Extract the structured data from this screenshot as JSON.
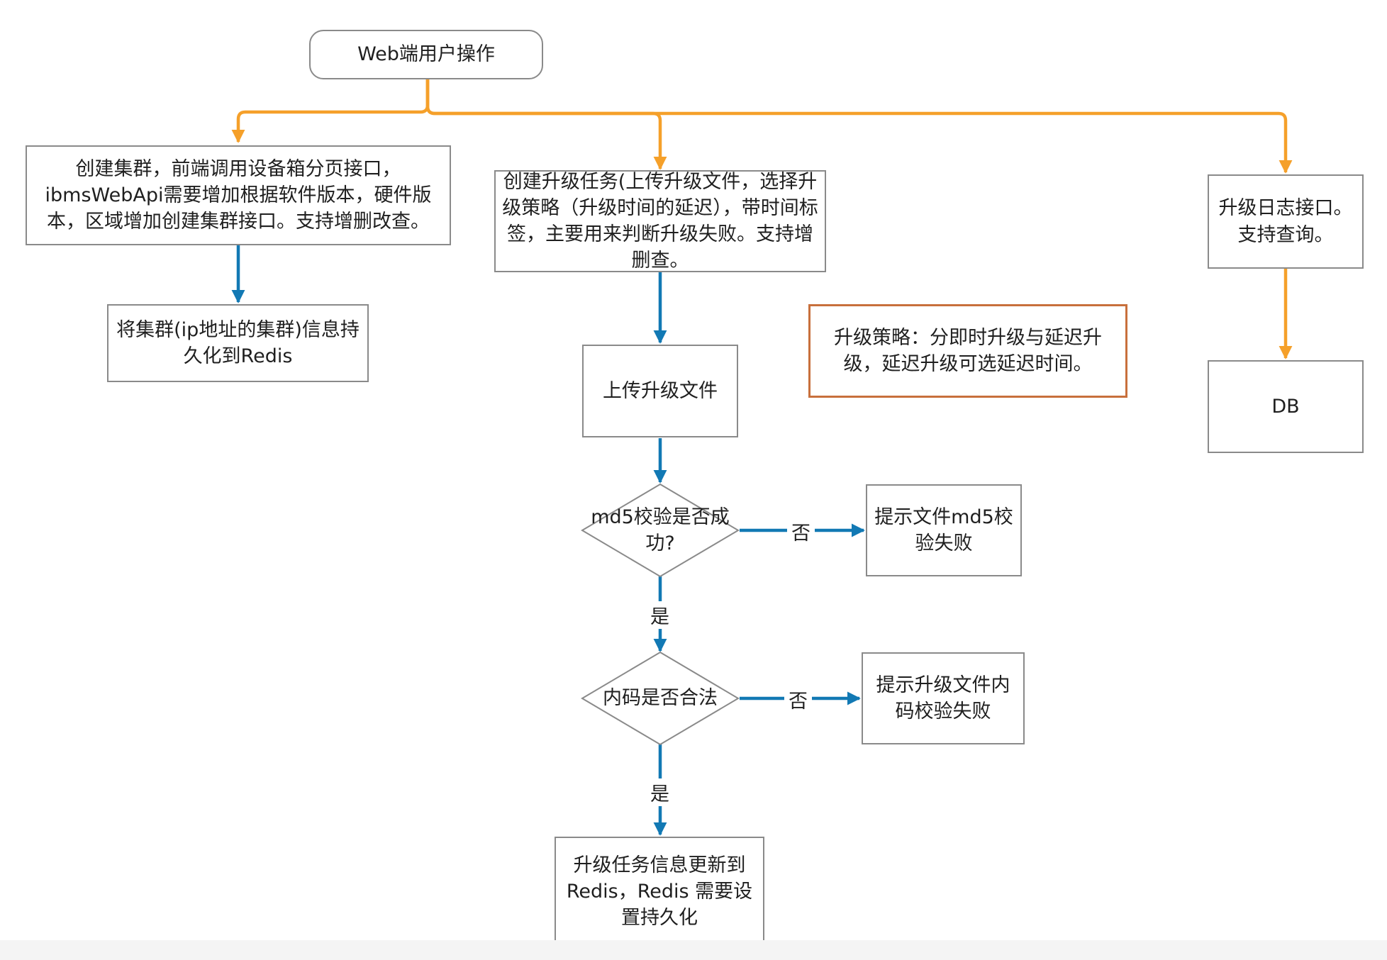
{
  "colors": {
    "orange": "#f5a02a",
    "blue": "#1279b4",
    "box_border": "#8a8a8a",
    "note_border": "#c8703c"
  },
  "nodes": {
    "start": "Web端用户操作",
    "create_cluster": "创建集群，前端调用设备箱分页接口，ibmsWebApi需要增加根据软件版本，硬件版本，区域增加创建集群接口。支持增删改查。",
    "persist_cluster": "将集群(ip地址的集群)信息持久化到Redis",
    "create_task": "创建升级任务(上传升级文件，选择升级策略（升级时间的延迟），带时间标签，主要用来判断升级失败。支持增删查。",
    "upgrade_log": "升级日志接口。支持查询。",
    "db": "DB",
    "strategy_note": "升级策略：分即时升级与延迟升级，延迟升级可选延迟时间。",
    "upload_file": "上传升级文件",
    "md5_check": "md5校验是否成功?",
    "md5_fail": "提示文件md5校验失败",
    "code_check": "内码是否合法",
    "code_fail": "提示升级文件内码校验失败",
    "update_redis": "升级任务信息更新到Redis，Redis 需要设置持久化"
  },
  "edge_labels": {
    "no_1": "否",
    "yes_1": "是",
    "no_2": "否",
    "yes_2": "是"
  }
}
